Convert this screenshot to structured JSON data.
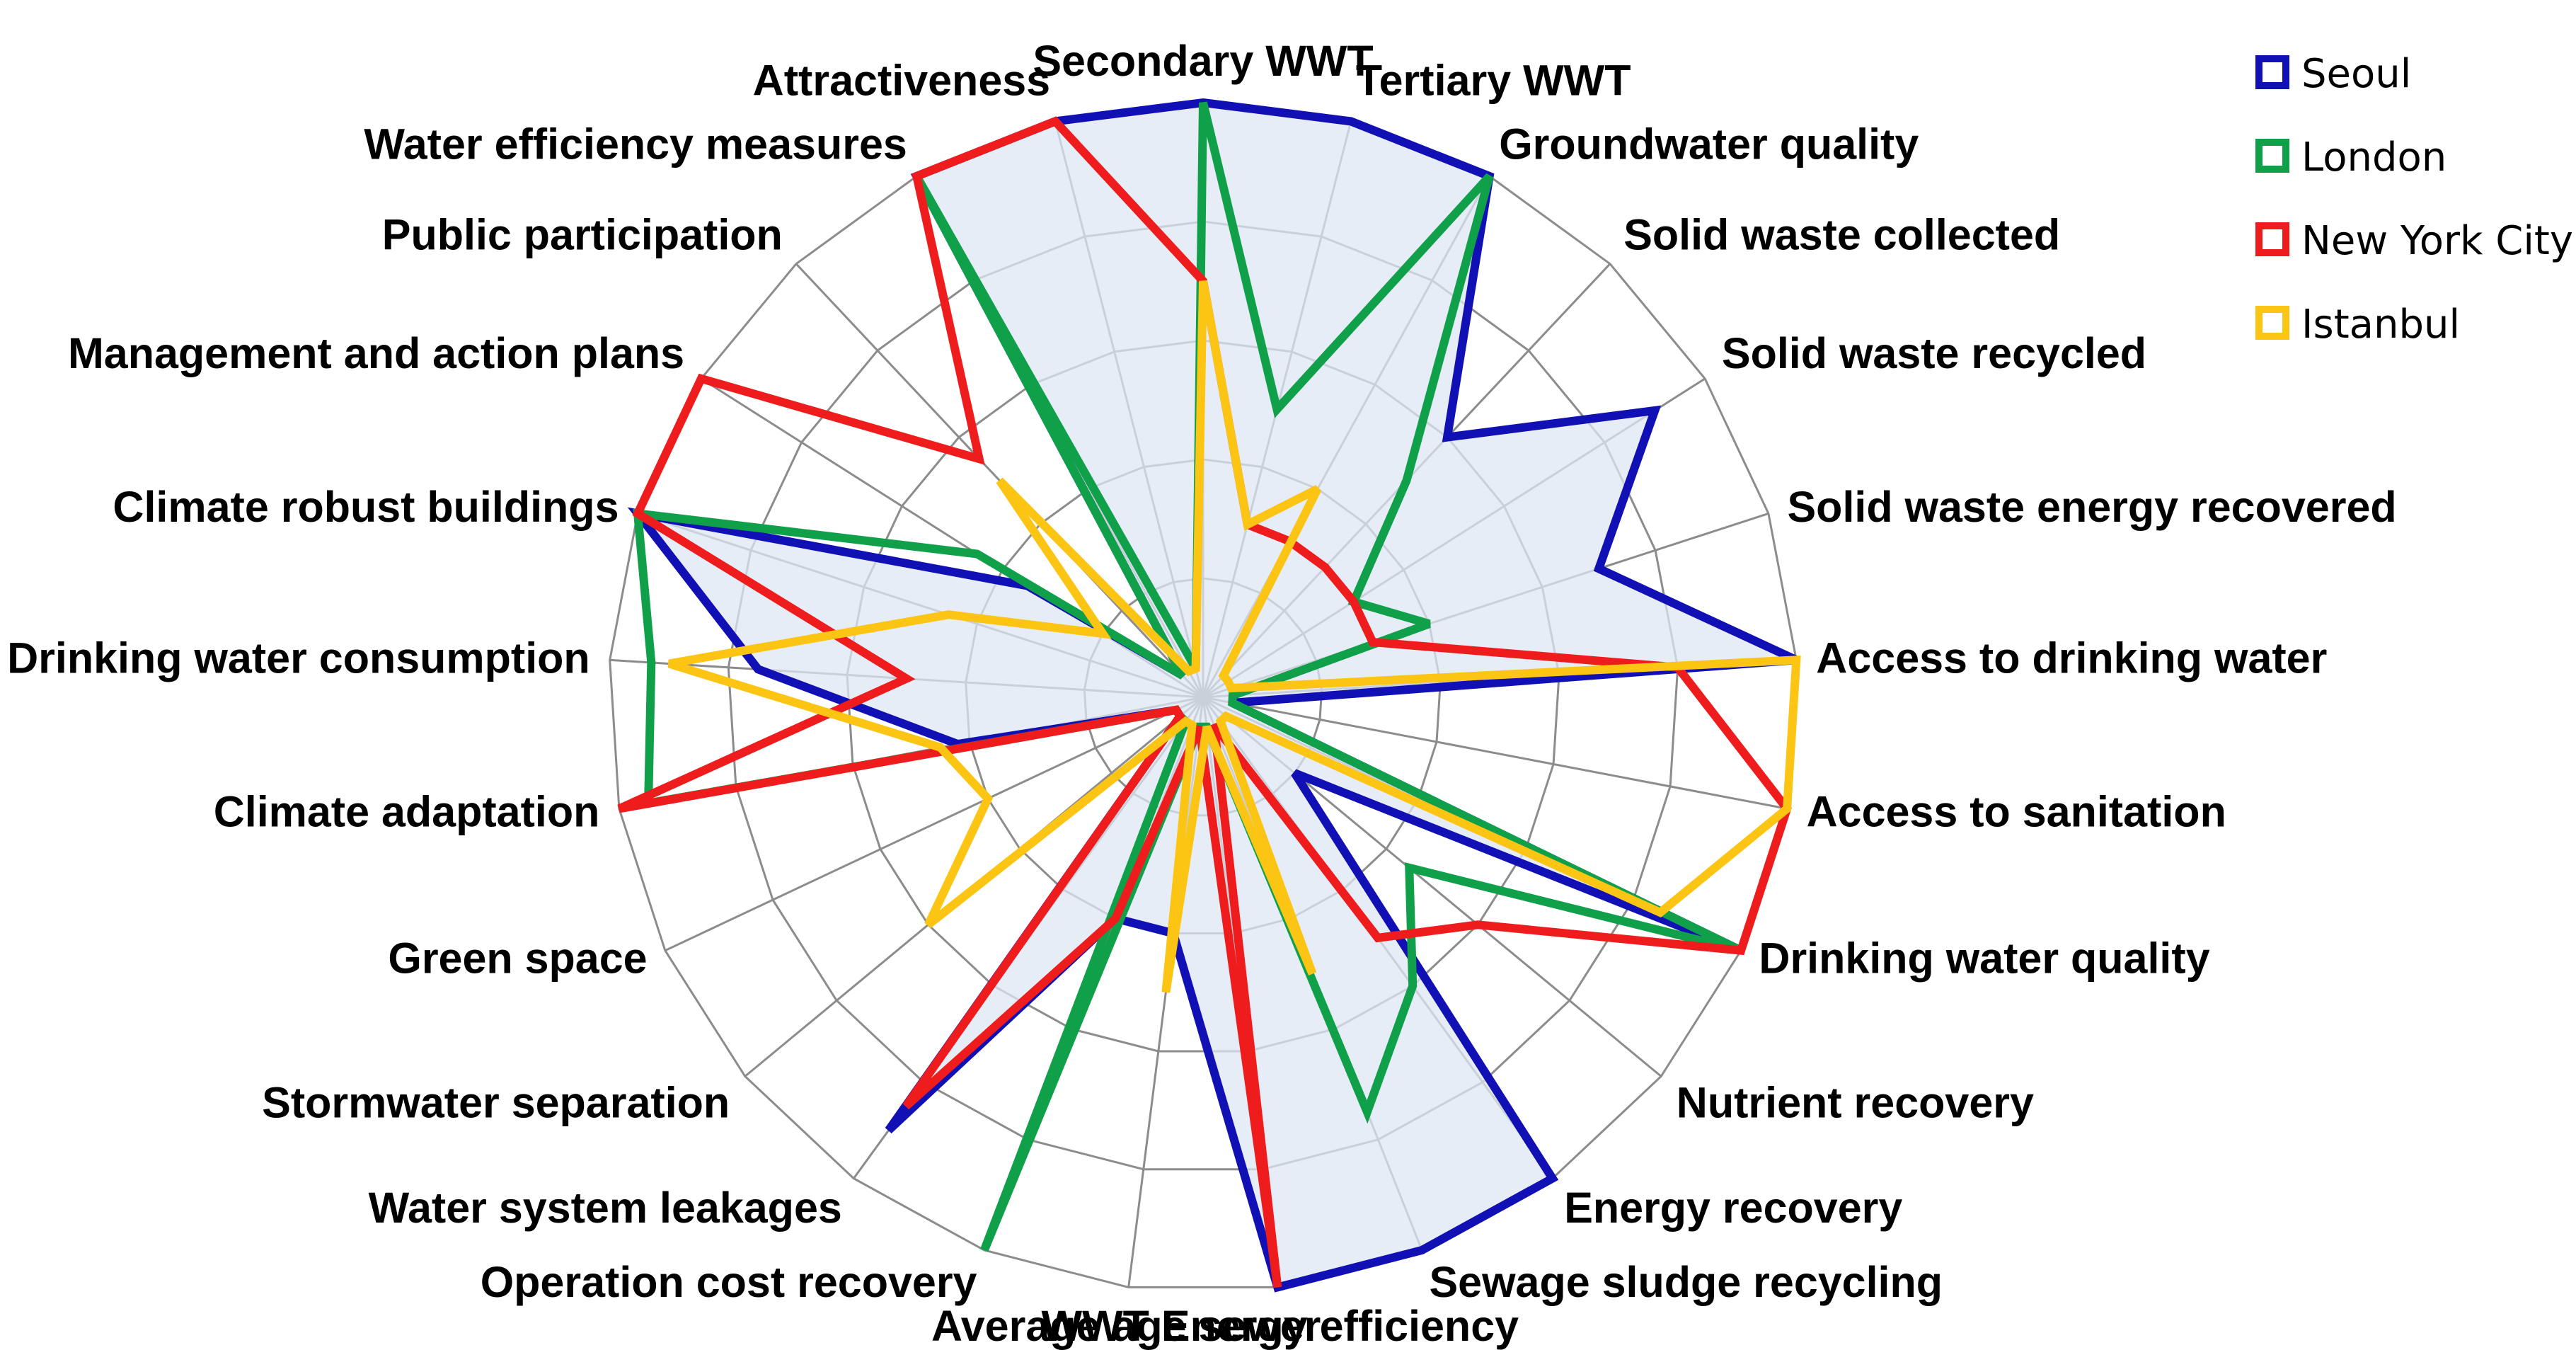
{
  "chart_data": {
    "type": "radar",
    "axes": [
      "Secondary WWT",
      "Tertiary WWT",
      "Groundwater quality",
      "Solid waste collected",
      "Solid waste recycled",
      "Solid waste energy recovered",
      "Access to drinking water",
      "Access to sanitation",
      "Drinking water quality",
      "Nutrient recovery",
      "Energy recovery",
      "Sewage sludge recycling",
      "WWT Energy efficiency",
      "Average age sewer",
      "Operation cost recovery",
      "Water system leakages",
      "Stormwater separation",
      "Green space",
      "Climate adaptation",
      "Drinking water consumption",
      "Climate robust buildings",
      "Management and action plans",
      "Public participation",
      "Water efficiency measures",
      "Attractiveness"
    ],
    "scale": {
      "min": 0,
      "max": 10,
      "rings": 5,
      "fill_series": "Seoul"
    },
    "series": [
      {
        "name": "Seoul",
        "color": "#1010b4",
        "values": [
          10,
          10,
          10,
          6,
          9,
          7,
          10,
          0.5,
          10,
          2,
          10,
          10,
          10,
          4,
          4,
          9,
          0.5,
          0.5,
          4.2,
          7.5,
          10,
          3.5,
          0.5,
          10,
          10
        ]
      },
      {
        "name": "London",
        "color": "#11a04a",
        "values": [
          10,
          5,
          10,
          5,
          3,
          4,
          0.5,
          0.5,
          10,
          4.5,
          6,
          7.5,
          0.5,
          0.5,
          10,
          0.5,
          0.5,
          0.5,
          9.5,
          9.3,
          10,
          4.5,
          0.5,
          10,
          0.5
        ]
      },
      {
        "name": "New York City",
        "color": "#ee1c1c",
        "values": [
          7,
          3,
          3,
          3,
          3,
          3,
          8,
          10,
          10,
          6,
          5,
          0.5,
          10,
          0.5,
          4,
          8.5,
          0.5,
          0.5,
          10,
          5,
          10,
          10,
          5.5,
          10,
          10
        ]
      },
      {
        "name": "Istanbul",
        "color": "#fcc413",
        "values": [
          7,
          3,
          4,
          0.5,
          0.5,
          0.5,
          10,
          10,
          8.5,
          0.5,
          0.5,
          5,
          0.5,
          5,
          0.5,
          0.5,
          6,
          4,
          4.5,
          9,
          4.5,
          2,
          5,
          0.5,
          0.5
        ]
      }
    ],
    "legend_position": "top-right",
    "grid": true
  }
}
